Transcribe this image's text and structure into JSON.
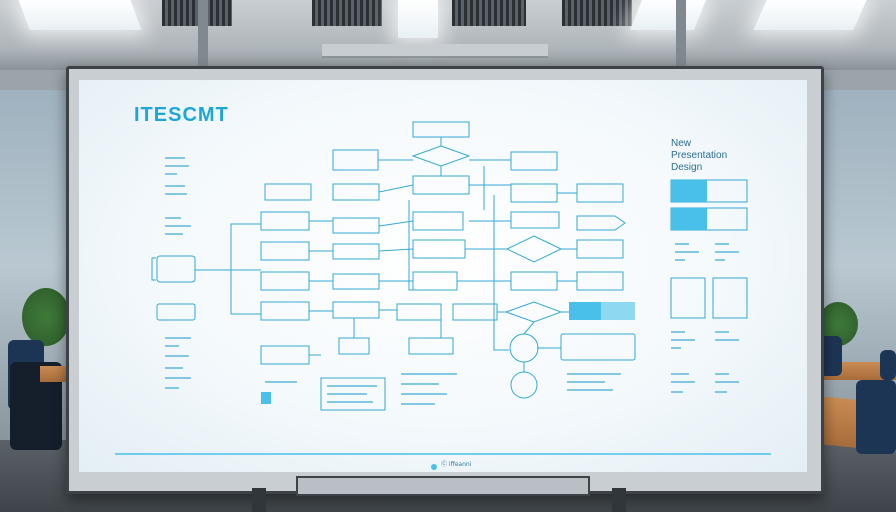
{
  "board": {
    "title": "ITESCMT",
    "side_title_lines": [
      "New",
      "Presentation",
      "Design"
    ],
    "footer": "Ⓒ iffeanni"
  },
  "colors": {
    "ink": "#1da7d6",
    "dark_ink": "#2a6f91",
    "accent_fill": "#49c0ea",
    "board_white": "#f6fbfe"
  }
}
